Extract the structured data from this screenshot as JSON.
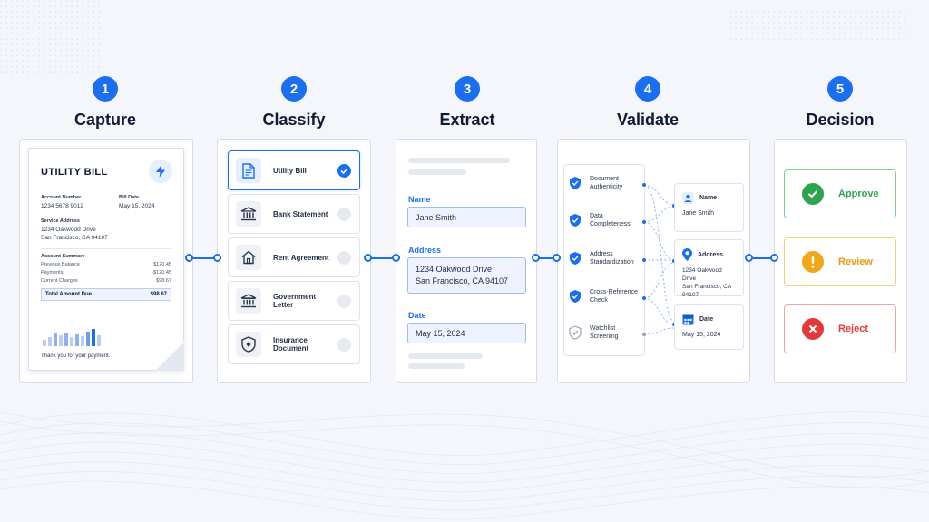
{
  "colors": {
    "accent": "#1a6ff0",
    "approve": "#2ea44f",
    "review": "#f0a81a",
    "reject": "#e5383b"
  },
  "steps": [
    {
      "number": "1",
      "title": "Capture"
    },
    {
      "number": "2",
      "title": "Classify"
    },
    {
      "number": "3",
      "title": "Extract"
    },
    {
      "number": "4",
      "title": "Validate"
    },
    {
      "number": "5",
      "title": "Decision"
    }
  ],
  "bill": {
    "title": "UTILITY BILL",
    "icon": "lightning-bolt-icon",
    "account_number_label": "Account Number",
    "account_number": "1234 5678 9012",
    "bill_date_label": "Bill Date",
    "bill_date": "May 15, 2024",
    "service_address_label": "Service Address",
    "service_address_line1": "1234 Oakwood Drive",
    "service_address_line2": "San Francisco, CA 94107",
    "summary_label": "Account Summary",
    "summary": [
      {
        "label": "Previous Balance",
        "value": "$120.45"
      },
      {
        "label": "Payments",
        "value": "-$120.45"
      },
      {
        "label": "Current Charges",
        "value": "$98.67"
      }
    ],
    "total_label": "Total Amount Due",
    "total_value": "$98.67",
    "thanks": "Thank you for your payment."
  },
  "classify": {
    "items": [
      {
        "label": "Utility Bill",
        "icon": "document-icon",
        "selected": true
      },
      {
        "label": "Bank Statement",
        "icon": "bank-icon",
        "selected": false
      },
      {
        "label": "Rent Agreement",
        "icon": "house-icon",
        "selected": false
      },
      {
        "label": "Government Letter",
        "icon": "government-building-icon",
        "selected": false
      },
      {
        "label": "Insurance Document",
        "icon": "shield-icon",
        "selected": false
      }
    ]
  },
  "extract": {
    "name_label": "Name",
    "name_value": "Jane Smith",
    "address_label": "Address",
    "address_line1": "1234 Oakwood Drive",
    "address_line2": "San Francisco, CA 94107",
    "date_label": "Date",
    "date_value": "May 15, 2024"
  },
  "validate": {
    "checks": [
      {
        "line1": "Document",
        "line2": "Authenticity",
        "passed": true
      },
      {
        "line1": "Data",
        "line2": "Completeness",
        "passed": true
      },
      {
        "line1": "Address",
        "line2": "Standardization",
        "passed": true
      },
      {
        "line1": "Cross-Reference",
        "line2": "Check",
        "passed": true
      },
      {
        "line1": "Watchlist",
        "line2": "Screening",
        "passed": false
      }
    ],
    "cards": {
      "name_label": "Name",
      "name_value": "Jane Smith",
      "address_label": "Address",
      "address_line1": "1234 Oakwood Drive",
      "address_line2": "San Francisco, CA 94107",
      "date_label": "Date",
      "date_value": "May 15, 2024"
    }
  },
  "decision": {
    "approve": "Approve",
    "review": "Review",
    "reject": "Reject"
  }
}
